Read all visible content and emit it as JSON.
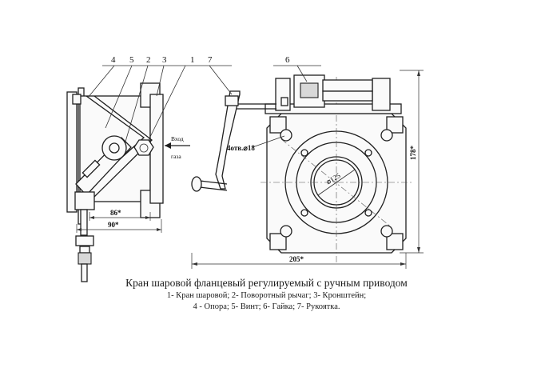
{
  "callouts": {
    "c4": "4",
    "c5": "5",
    "c2": "2",
    "c3": "3",
    "c1": "1",
    "c7": "7",
    "c6": "6"
  },
  "annotations": {
    "gas_inlet_line1": "Вход",
    "gas_inlet_line2": "газа",
    "holes": "4отв.⌀18",
    "bore_diameter": "⌀125"
  },
  "dimensions": {
    "side_inner": "86*",
    "side_outer": "90*",
    "front_width": "205*",
    "front_height": "178*"
  },
  "caption": {
    "title": "Кран шаровой фланцевый регулируемый с ручным приводом",
    "legend_line1": "1- Кран шаровой; 2- Поворотный рычаг; 3- Кронштейн;",
    "legend_line2": "4 - Опора; 5- Винт; 6- Гайка; 7- Рукоятка."
  }
}
